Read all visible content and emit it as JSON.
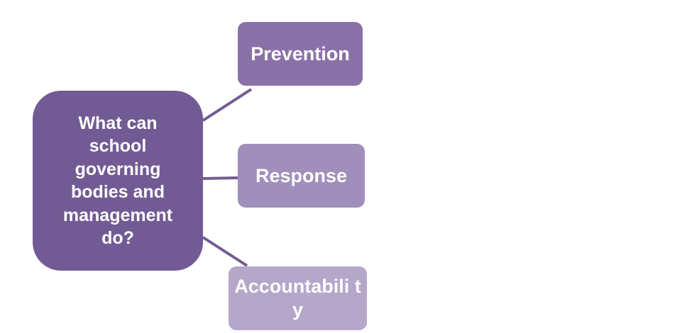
{
  "diagram": {
    "central": {
      "label": "What can school governing bodies and management do?",
      "color": "#725b94"
    },
    "children": [
      {
        "label": "Prevention",
        "color": "#8a72a8"
      },
      {
        "label": "Response",
        "color": "#a08fba"
      },
      {
        "label": "Accountabili ty",
        "color": "#b4a7c9"
      }
    ],
    "connector_color": "#725b94"
  }
}
